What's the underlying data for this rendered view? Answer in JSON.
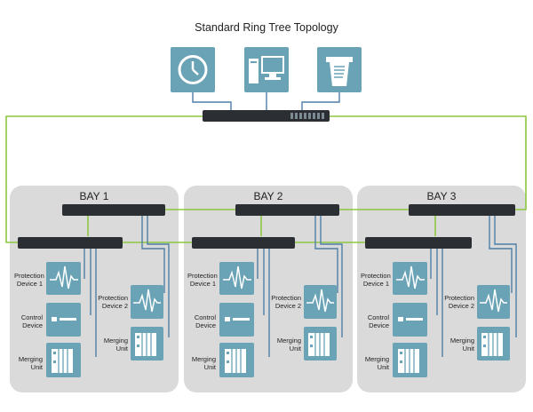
{
  "title": "Standard Ring Tree Topology",
  "top_devices": [
    {
      "icon": "clock-icon"
    },
    {
      "icon": "computer-icon"
    },
    {
      "icon": "printer-icon"
    }
  ],
  "bays": [
    {
      "label": "BAY 1",
      "devices": {
        "protection_1": "Protection\nDevice 1",
        "protection_2": "Protection\nDevice 2",
        "control": "Control\nDevice",
        "merging_left": "Merging\nUnit",
        "merging_right": "Merging\nUnit"
      }
    },
    {
      "label": "BAY 2",
      "devices": {
        "protection_1": "Protection\nDevice 1",
        "protection_2": "Protection\nDevice 2",
        "control": "Control\nDevice",
        "merging_left": "Merging\nUnit",
        "merging_right": "Merging\nUnit"
      }
    },
    {
      "label": "BAY 3",
      "devices": {
        "protection_1": "Protection\nDevice 1",
        "protection_2": "Protection\nDevice 2",
        "control": "Control\nDevice",
        "merging_left": "Merging\nUnit",
        "merging_right": "Merging\nUnit"
      }
    }
  ],
  "colors": {
    "ring_link": "#8dc63f",
    "device_link": "#4d7ea8",
    "device_tile": "#6aa3b6",
    "bay_background": "#dadada",
    "switch_body": "#2b2f33"
  }
}
